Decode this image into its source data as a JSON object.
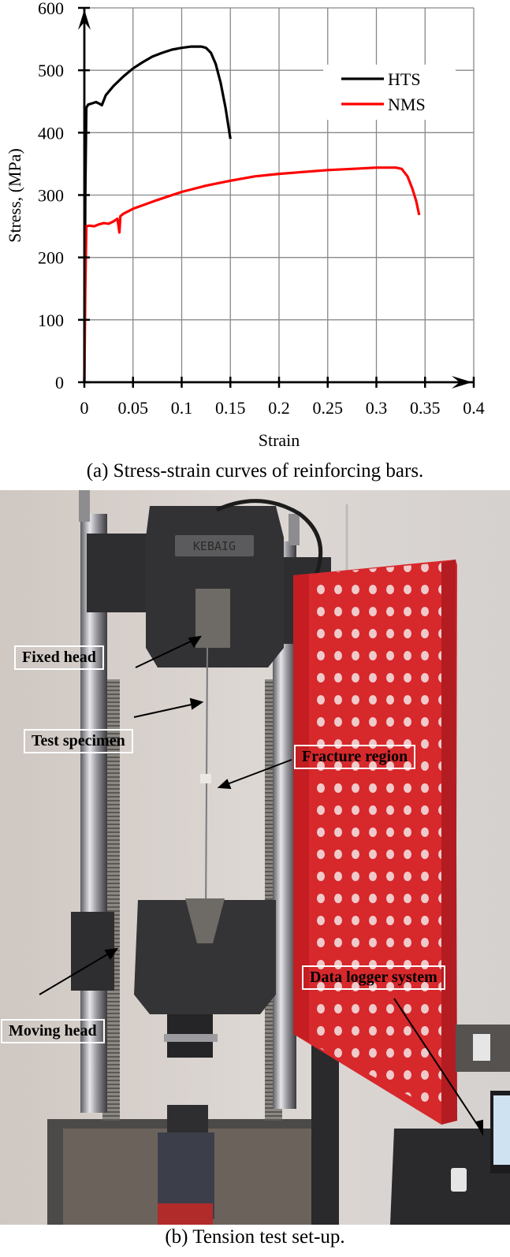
{
  "figure": {
    "caption_a": "(a) Stress-strain curves of reinforcing bars.",
    "caption_b": "(b) Tension test set-up."
  },
  "chart_data": {
    "type": "line",
    "title": "",
    "xlabel": "Strain",
    "ylabel": "Stress, (MPa)",
    "xlim": [
      0,
      0.4
    ],
    "ylim": [
      0,
      600
    ],
    "x_ticks": [
      "0",
      "0.05",
      "0.1",
      "0.15",
      "0.2",
      "0.25",
      "0.3",
      "0.35",
      "0.4"
    ],
    "y_ticks": [
      "0",
      "100",
      "200",
      "300",
      "400",
      "500",
      "600"
    ],
    "grid": true,
    "legend_position": "upper right",
    "series": [
      {
        "name": "HTS",
        "color": "#000000",
        "points": [
          [
            0,
            0
          ],
          [
            0.001,
            300
          ],
          [
            0.002,
            440
          ],
          [
            0.004,
            445
          ],
          [
            0.008,
            447
          ],
          [
            0.012,
            449
          ],
          [
            0.016,
            446
          ],
          [
            0.018,
            444
          ],
          [
            0.02,
            452
          ],
          [
            0.022,
            460
          ],
          [
            0.03,
            475
          ],
          [
            0.04,
            490
          ],
          [
            0.05,
            503
          ],
          [
            0.06,
            513
          ],
          [
            0.07,
            522
          ],
          [
            0.08,
            528
          ],
          [
            0.09,
            533
          ],
          [
            0.1,
            536
          ],
          [
            0.11,
            538
          ],
          [
            0.12,
            538
          ],
          [
            0.125,
            536
          ],
          [
            0.13,
            528
          ],
          [
            0.135,
            510
          ],
          [
            0.14,
            480
          ],
          [
            0.145,
            440
          ],
          [
            0.15,
            390
          ]
        ]
      },
      {
        "name": "NMS",
        "color": "#ff0000",
        "points": [
          [
            0,
            0
          ],
          [
            0.001,
            150
          ],
          [
            0.002,
            250
          ],
          [
            0.005,
            251
          ],
          [
            0.01,
            250
          ],
          [
            0.015,
            253
          ],
          [
            0.02,
            255
          ],
          [
            0.025,
            254
          ],
          [
            0.03,
            258
          ],
          [
            0.034,
            262
          ],
          [
            0.036,
            240
          ],
          [
            0.037,
            266
          ],
          [
            0.04,
            270
          ],
          [
            0.05,
            278
          ],
          [
            0.075,
            292
          ],
          [
            0.1,
            305
          ],
          [
            0.125,
            315
          ],
          [
            0.15,
            323
          ],
          [
            0.175,
            330
          ],
          [
            0.2,
            334
          ],
          [
            0.225,
            337
          ],
          [
            0.25,
            340
          ],
          [
            0.275,
            342
          ],
          [
            0.3,
            344
          ],
          [
            0.32,
            344
          ],
          [
            0.326,
            342
          ],
          [
            0.332,
            330
          ],
          [
            0.337,
            310
          ],
          [
            0.341,
            290
          ],
          [
            0.344,
            268
          ]
        ]
      }
    ]
  },
  "photo": {
    "description": "Tensile testing machine with red perforated door panel",
    "machine_brand_plate": "KEBAIG",
    "labels": [
      {
        "text": "Fixed head"
      },
      {
        "text": "Test specimen"
      },
      {
        "text": "Fracture region"
      },
      {
        "text": "Moving head"
      },
      {
        "text": "Data logger system"
      }
    ]
  }
}
